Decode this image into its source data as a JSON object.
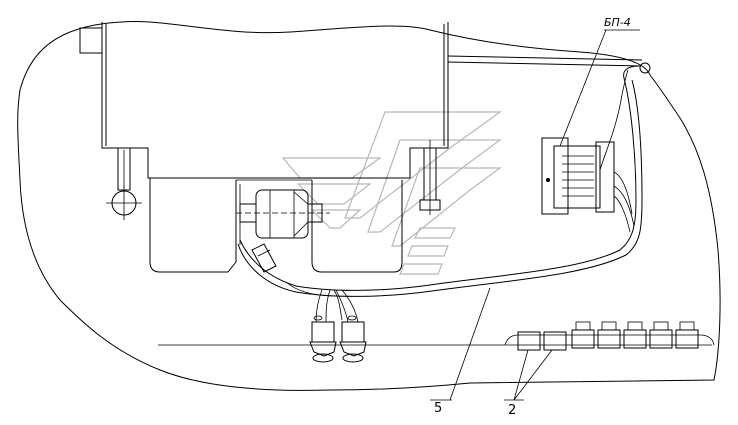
{
  "labels": {
    "block": "БП-4",
    "item_5": "5",
    "item_2": "2"
  },
  "colors": {
    "line": "#000000",
    "watermark": "#b8b8b8",
    "background": "#ffffff"
  }
}
